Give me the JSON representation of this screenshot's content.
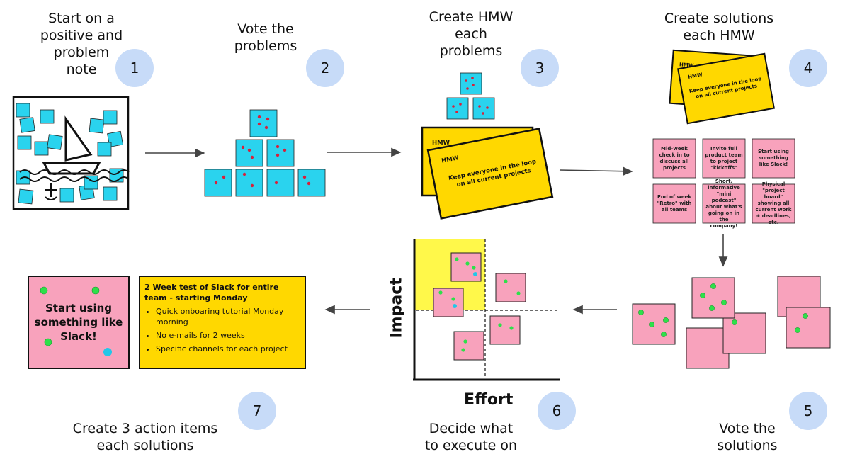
{
  "steps": [
    {
      "num": "1",
      "lines": [
        "Start on a",
        "positive and",
        "problem",
        "note"
      ]
    },
    {
      "num": "2",
      "lines": [
        "Vote the",
        "problems"
      ]
    },
    {
      "num": "3",
      "lines": [
        "Create HMW",
        "each",
        "problems"
      ]
    },
    {
      "num": "4",
      "lines": [
        "Create solutions",
        "each HMW"
      ]
    },
    {
      "num": "5",
      "lines": [
        "Vote the",
        "solutions"
      ]
    },
    {
      "num": "6",
      "lines": [
        "Decide what",
        "to execute on"
      ]
    },
    {
      "num": "7",
      "lines": [
        "Create 3 action items",
        "each solutions"
      ]
    }
  ],
  "hmw_card": {
    "label": "HMW",
    "text_1": "Keep everyone in the loop",
    "text_2": "on all current projects"
  },
  "solutions": [
    "Mid-week check in to discuss all projects",
    "Invite full product team to project \"kickoffs\"",
    "Start using something like Slack!",
    "End of week \"Retro\" with all teams",
    "Short, informative \"mini podcast\" about what's going on in the company!",
    "Physical \"project board\" showing all current work + deadlines, etc."
  ],
  "matrix": {
    "y_label": "Impact",
    "x_label": "Effort"
  },
  "final_note": {
    "line1": "Start using",
    "line2": "something like",
    "line3": "Slack!"
  },
  "action_plan": {
    "heading": "2 Week test of Slack for entire team - starting Monday",
    "items": [
      "Quick onboaring tutorial Monday morning",
      "No e-mails for 2 weeks",
      "Specific channels for each project"
    ]
  },
  "colors": {
    "cyan": "#2ad3ee",
    "yellow": "#ffd800",
    "pink": "#f8a2bc",
    "circle": "#c7dbf8",
    "dot_red": "#d6223c",
    "dot_green": "#2ee04a"
  }
}
